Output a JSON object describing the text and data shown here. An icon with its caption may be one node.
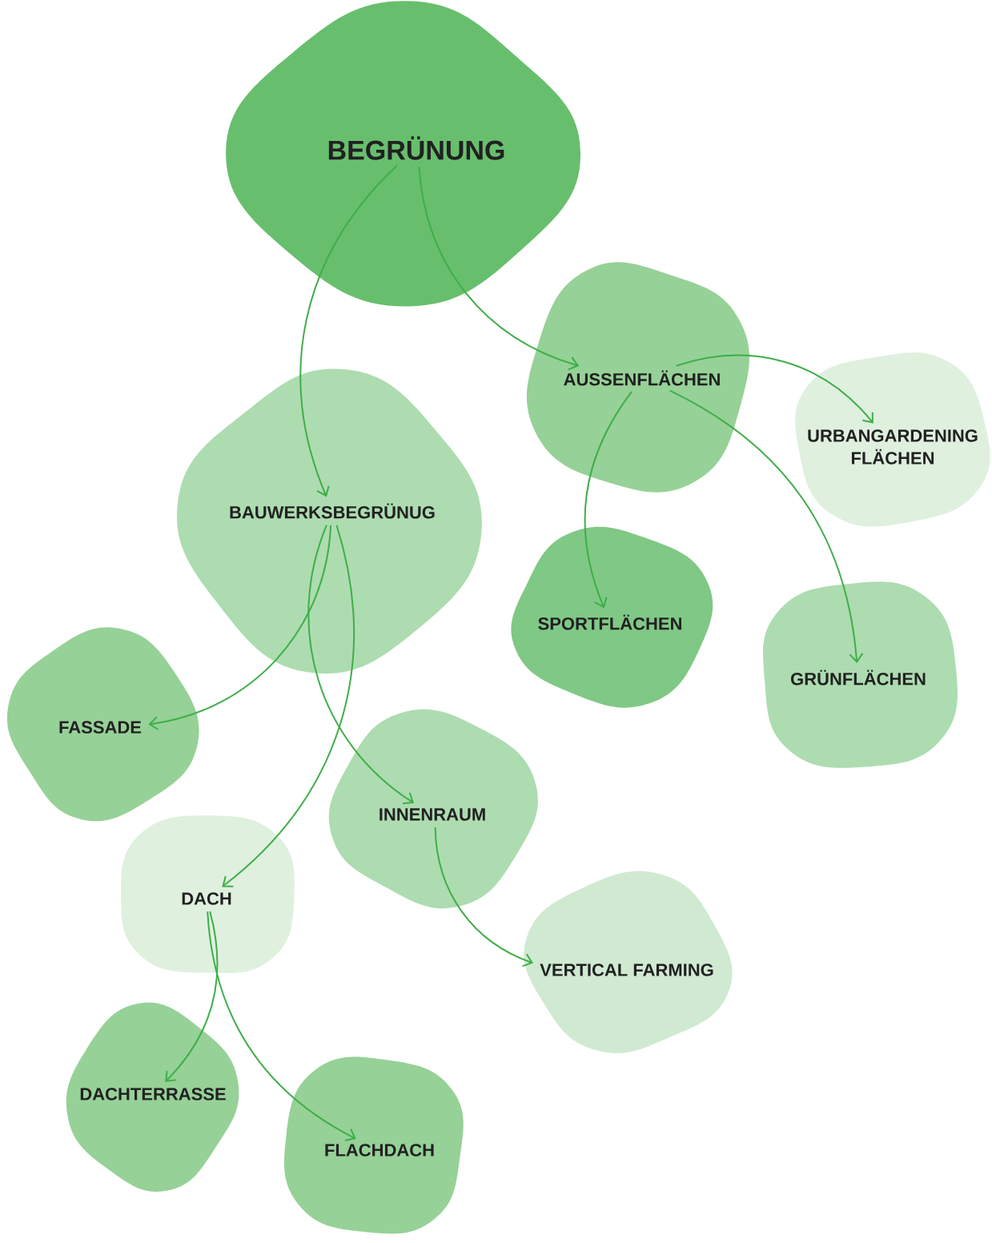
{
  "diagram": {
    "nodes": [
      {
        "text": [
          "BEGRÜNUNG"
        ]
      },
      {
        "text": [
          "AUSSENFLÄCHEN"
        ]
      },
      {
        "text": [
          "URBANGARDENING FLÄCHEN"
        ]
      },
      {
        "text": [
          "BAUWERKSBEGRÜNUG"
        ]
      },
      {
        "text": [
          "SPORTFLÄCHEN"
        ]
      },
      {
        "text": [
          "GRÜNFLÄCHEN"
        ]
      },
      {
        "text": [
          "FASSADE"
        ]
      },
      {
        "text": [
          "INNENRAUM"
        ]
      },
      {
        "text": [
          "DACH"
        ]
      },
      {
        "text": [
          "VERTICAL FARMING"
        ]
      },
      {
        "text": [
          "DACHTERRASSE"
        ]
      },
      {
        "text": [
          "FLACHDACH"
        ]
      }
    ],
    "edges": [
      {
        "from": 0,
        "to": 3,
        "arrow": "to"
      },
      {
        "from": 0,
        "to": 1,
        "arrow": "to"
      },
      {
        "from": 1,
        "to": 2,
        "arrow": "to"
      },
      {
        "from": 1,
        "to": 4,
        "arrow": "to"
      },
      {
        "from": 1,
        "to": 5,
        "arrow": "to"
      },
      {
        "from": 3,
        "to": 6,
        "arrow": "to"
      },
      {
        "from": 3,
        "to": 8,
        "arrow": "to"
      },
      {
        "from": 3,
        "to": 7,
        "arrow": "to"
      },
      {
        "from": 7,
        "to": 9,
        "arrow": "to"
      },
      {
        "from": 8,
        "to": 10,
        "arrow": "to"
      },
      {
        "from": 8,
        "to": 11,
        "arrow": "to"
      }
    ]
  }
}
